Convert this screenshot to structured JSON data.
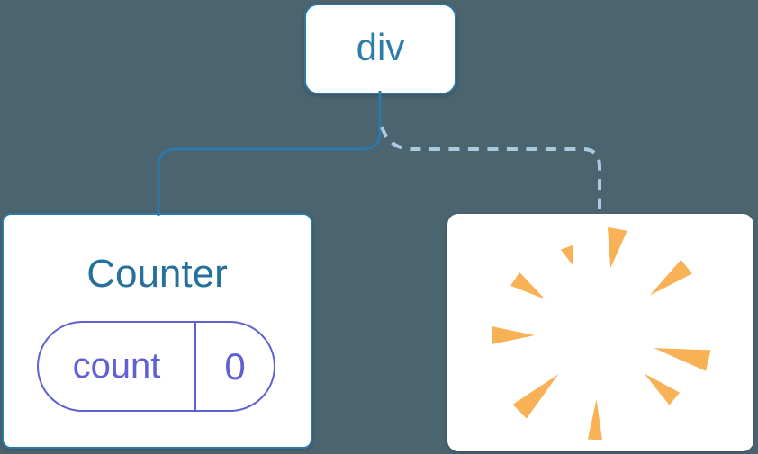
{
  "diagram": {
    "root_node": {
      "label": "div"
    },
    "counter_node": {
      "title": "Counter",
      "state_pill": {
        "key": "count",
        "value": "0"
      }
    },
    "removed_node": {
      "icon_name": "poof-burst-icon"
    },
    "edges": [
      {
        "from": "div",
        "to": "Counter",
        "style": "solid"
      },
      {
        "from": "div",
        "to": "removed",
        "style": "dashed"
      }
    ]
  },
  "colors": {
    "canvas_bg": "#4B6470",
    "card_bg": "#FFFFFF",
    "card_border": "#2E79A9",
    "edge_solid": "#2E79A9",
    "edge_dashed": "#A9CADF",
    "root_label_color": "#2F7CA9",
    "counter_title_color": "#26719B",
    "state_accent": "#6060D5",
    "poof_orange": "#F9B156"
  }
}
